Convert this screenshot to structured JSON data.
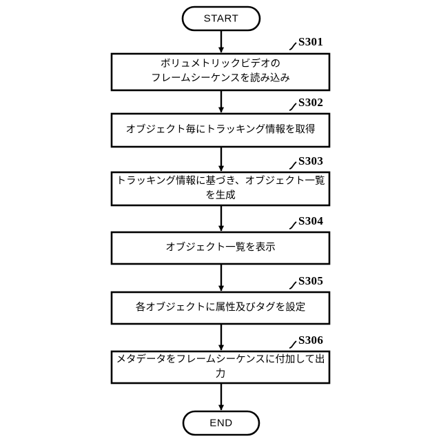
{
  "diagram": {
    "type": "flowchart",
    "orientation": "vertical",
    "background_color": "#ffffff",
    "line_color": "#000000"
  },
  "start_node": {
    "label": "START",
    "shape": "stadium"
  },
  "end_node": {
    "label": "END",
    "shape": "stadium"
  },
  "steps": [
    {
      "id": "S301",
      "text": "ボリュメトリックビデオの\nフレームシーケンスを読み込み"
    },
    {
      "id": "S302",
      "text": "オブジェクト毎にトラッキング情報を取得"
    },
    {
      "id": "S303",
      "text": "トラッキング情報に基づき、オブジェクト一覧を生成"
    },
    {
      "id": "S304",
      "text": "オブジェクト一覧を表示"
    },
    {
      "id": "S305",
      "text": "各オブジェクトに属性及びタグを設定"
    },
    {
      "id": "S306",
      "text": "メタデータをフレームシーケンスに付加して出力"
    }
  ]
}
